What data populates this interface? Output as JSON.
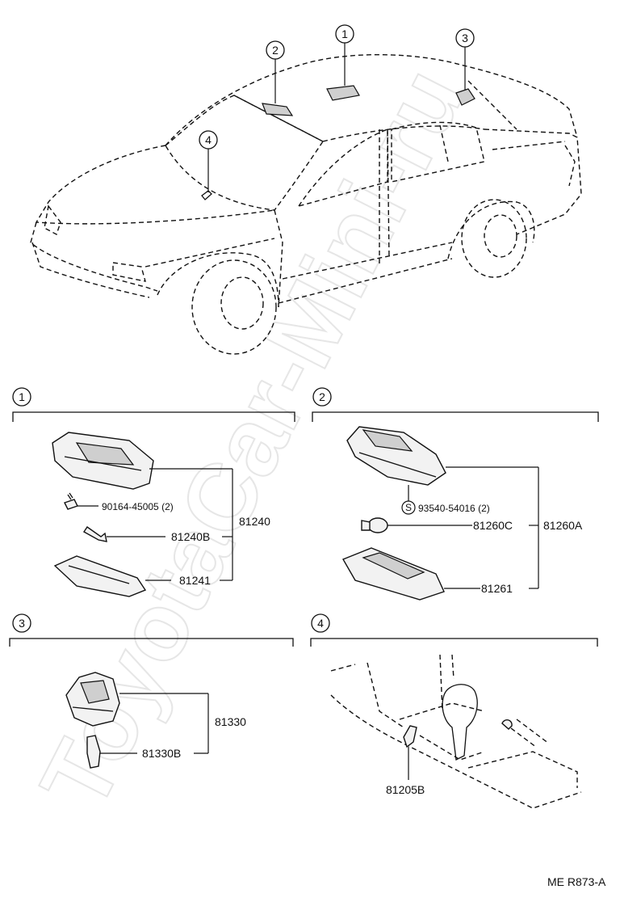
{
  "watermark": "ToyotaCar-Mini-ru",
  "callouts": {
    "c1": "1",
    "c2": "2",
    "c3": "3",
    "c4": "4"
  },
  "sections": {
    "s1": {
      "number": "1",
      "parts": {
        "screw": "90164-45005 (2)",
        "bulb": "81240B",
        "assembly": "81240",
        "lens": "81241"
      }
    },
    "s2": {
      "number": "2",
      "parts": {
        "screw_symbol": "S",
        "screw": "93540-54016 (2)",
        "bulb": "81260C",
        "assembly": "81260A",
        "lens": "81261"
      }
    },
    "s3": {
      "number": "3",
      "parts": {
        "assembly": "81330",
        "bulb": "81330B"
      }
    },
    "s4": {
      "number": "4",
      "parts": {
        "lamp": "81205B"
      }
    }
  },
  "reference_code": "ME R873-A"
}
